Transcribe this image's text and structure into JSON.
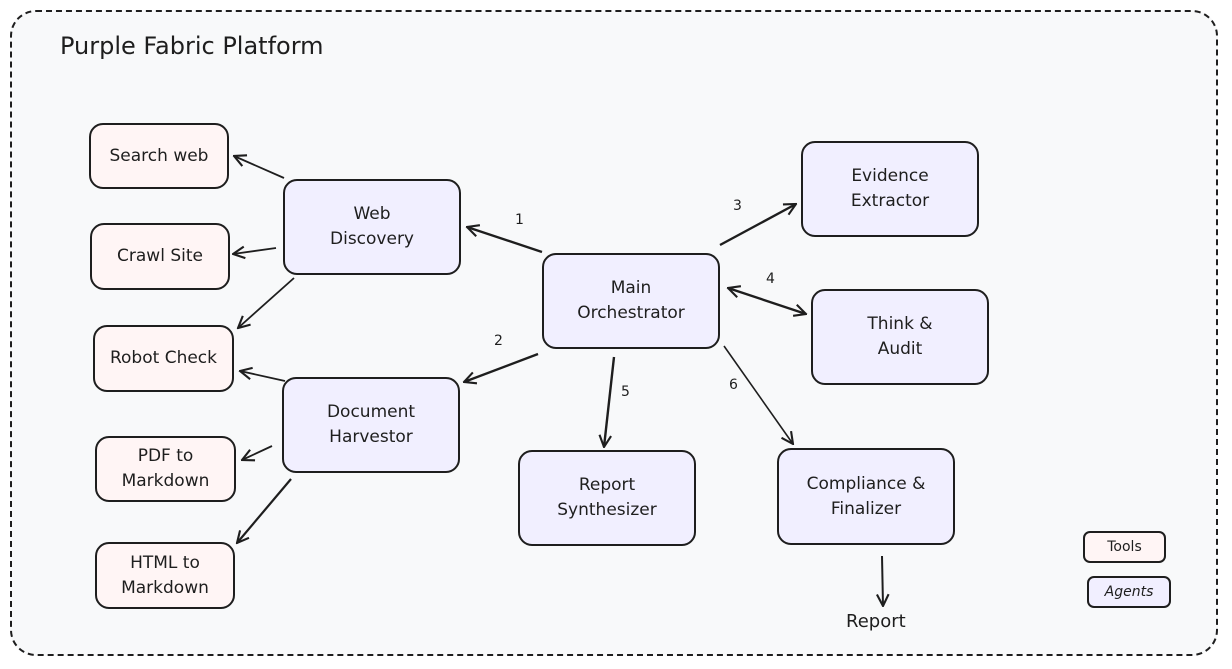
{
  "title": "Purple Fabric Platform",
  "colors": {
    "tool_fill": "#fff5f5",
    "agent_fill": "#f1efff",
    "stroke": "#1e1e1e",
    "background": "#f8f9fa"
  },
  "nodes": {
    "search_web": {
      "label": "Search web",
      "kind": "tool"
    },
    "crawl_site": {
      "label": "Crawl Site",
      "kind": "tool"
    },
    "robot_check": {
      "label": "Robot Check",
      "kind": "tool"
    },
    "pdf_md": {
      "label": "PDF to\nMarkdown",
      "kind": "tool"
    },
    "html_md": {
      "label": "HTML to\nMarkdown",
      "kind": "tool"
    },
    "web_discovery": {
      "label": "Web\nDiscovery",
      "kind": "agent"
    },
    "doc_harvestor": {
      "label": "Document\nHarvestor",
      "kind": "agent"
    },
    "main_orch": {
      "label": "Main\nOrchestrator",
      "kind": "agent"
    },
    "evidence": {
      "label": "Evidence\nExtractor",
      "kind": "agent"
    },
    "think_audit": {
      "label": "Think &\nAudit",
      "kind": "agent"
    },
    "report_synth": {
      "label": "Report\nSynthesizer",
      "kind": "agent"
    },
    "compliance": {
      "label": "Compliance &\nFinalizer",
      "kind": "agent"
    }
  },
  "edges": [
    {
      "from": "main_orch",
      "to": "web_discovery",
      "label": "1"
    },
    {
      "from": "main_orch",
      "to": "doc_harvestor",
      "label": "2"
    },
    {
      "from": "main_orch",
      "to": "evidence",
      "label": "3"
    },
    {
      "from": "main_orch",
      "to": "think_audit",
      "label": "4",
      "bidirectional": true
    },
    {
      "from": "main_orch",
      "to": "report_synth",
      "label": "5"
    },
    {
      "from": "main_orch",
      "to": "compliance",
      "label": "6"
    },
    {
      "from": "web_discovery",
      "to": "search_web",
      "label": ""
    },
    {
      "from": "web_discovery",
      "to": "crawl_site",
      "label": ""
    },
    {
      "from": "web_discovery",
      "to": "robot_check",
      "label": ""
    },
    {
      "from": "doc_harvestor",
      "to": "robot_check",
      "label": ""
    },
    {
      "from": "doc_harvestor",
      "to": "pdf_md",
      "label": ""
    },
    {
      "from": "doc_harvestor",
      "to": "html_md",
      "label": ""
    },
    {
      "from": "compliance",
      "to": "report",
      "label": ""
    }
  ],
  "output_label": "Report",
  "legend": {
    "tools": "Tools",
    "agents": "Agents"
  }
}
